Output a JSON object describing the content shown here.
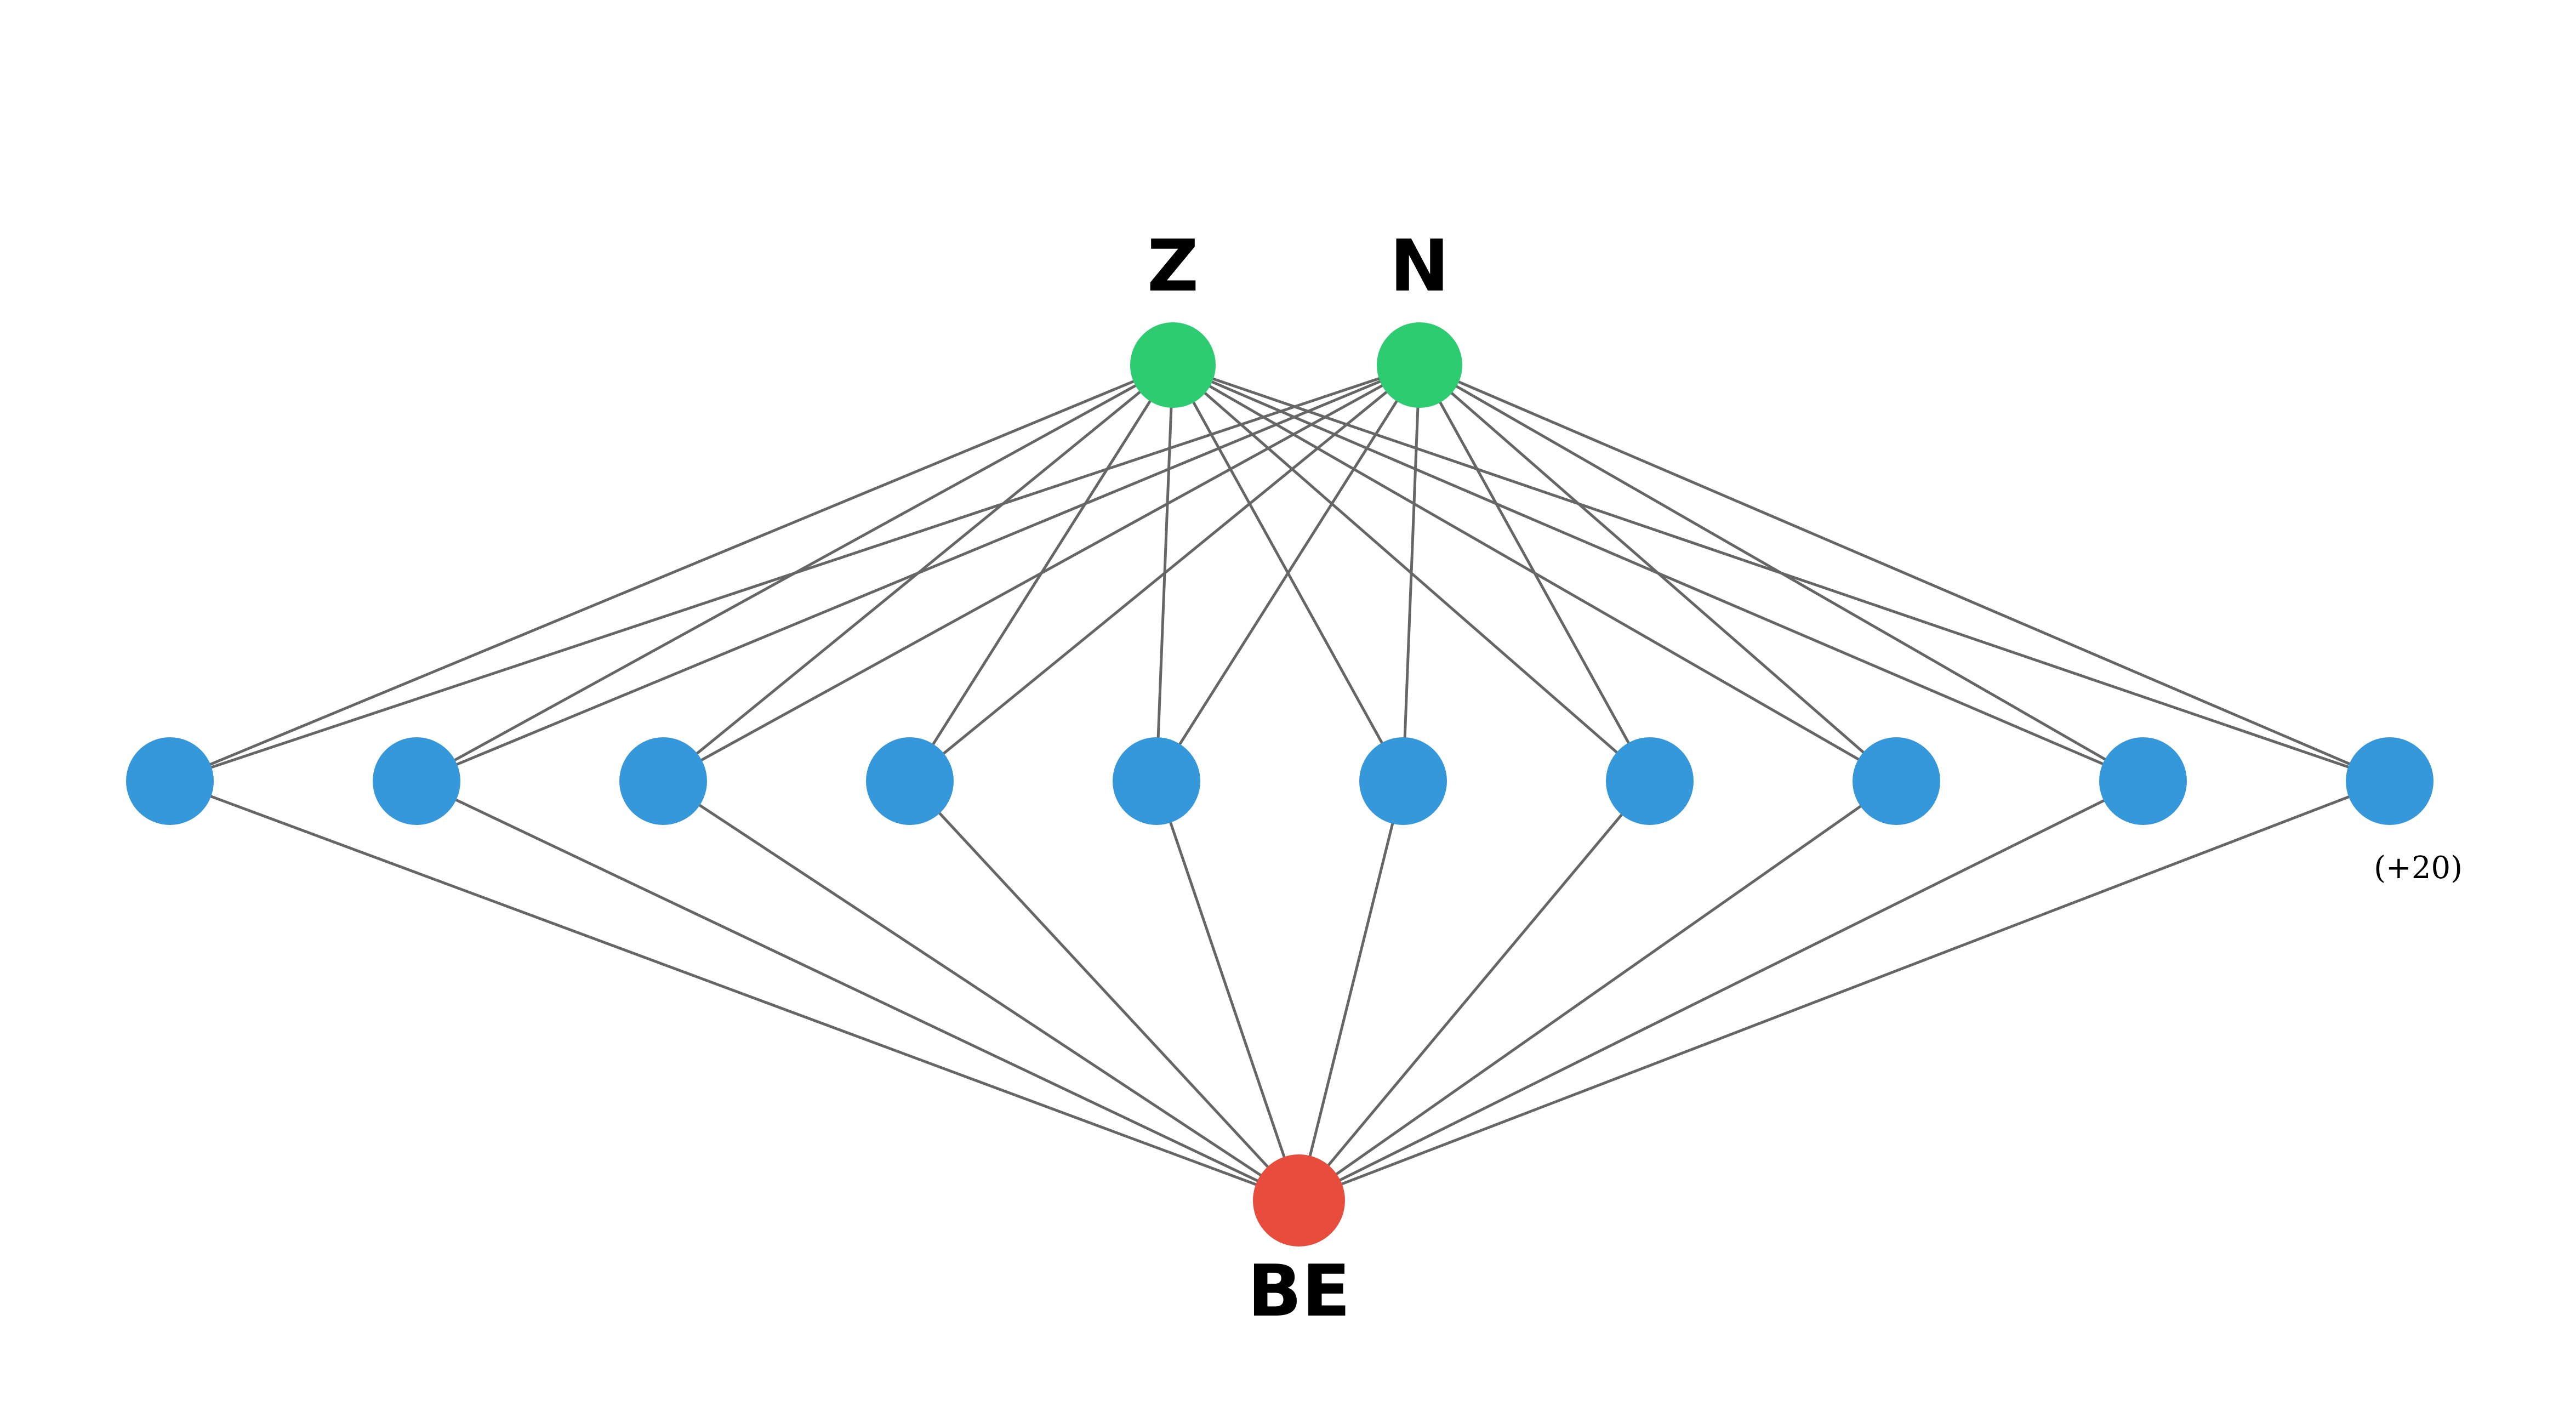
{
  "colors": {
    "background": "#ffffff",
    "input_node": "#2ecc71",
    "middle_node": "#3498db",
    "output_node": "#e74c3c",
    "edge": "#666666"
  },
  "diagram": {
    "inputs": [
      {
        "id": "z",
        "label": "Z"
      },
      {
        "id": "n",
        "label": "N"
      }
    ],
    "middle_nodes": [
      {
        "id": "m1"
      },
      {
        "id": "m2"
      },
      {
        "id": "m3"
      },
      {
        "id": "m4"
      },
      {
        "id": "m5"
      },
      {
        "id": "m6"
      },
      {
        "id": "m7"
      },
      {
        "id": "m8"
      },
      {
        "id": "m9"
      },
      {
        "id": "m10"
      }
    ],
    "output": {
      "id": "be",
      "label": "BE"
    },
    "more_label": "(+20)"
  }
}
